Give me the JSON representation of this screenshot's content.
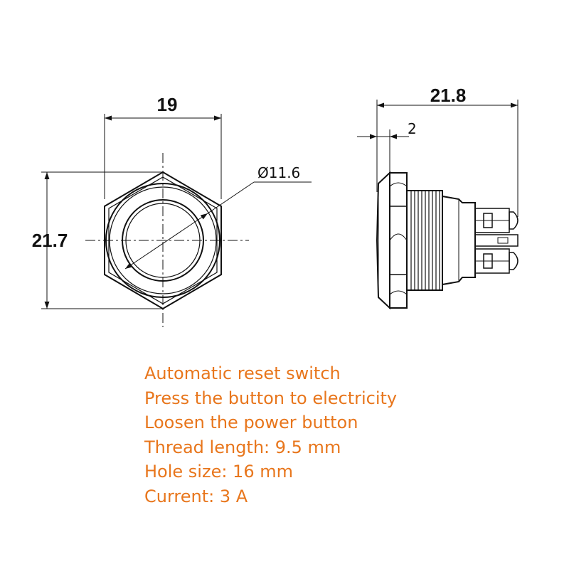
{
  "front_view": {
    "width_label": "19",
    "height_label": "21.7",
    "diameter_label": "Ø11.6"
  },
  "side_view": {
    "length_label": "21.8",
    "flange_label": "2"
  },
  "colors": {
    "line": "#111111",
    "notes_text": "#e8761c"
  },
  "notes": [
    "Automatic reset switch",
    "Press the button to electricity",
    "Loosen the power button",
    "Thread length: 9.5 mm",
    "Hole size: 16 mm",
    "Current: 3 A"
  ]
}
